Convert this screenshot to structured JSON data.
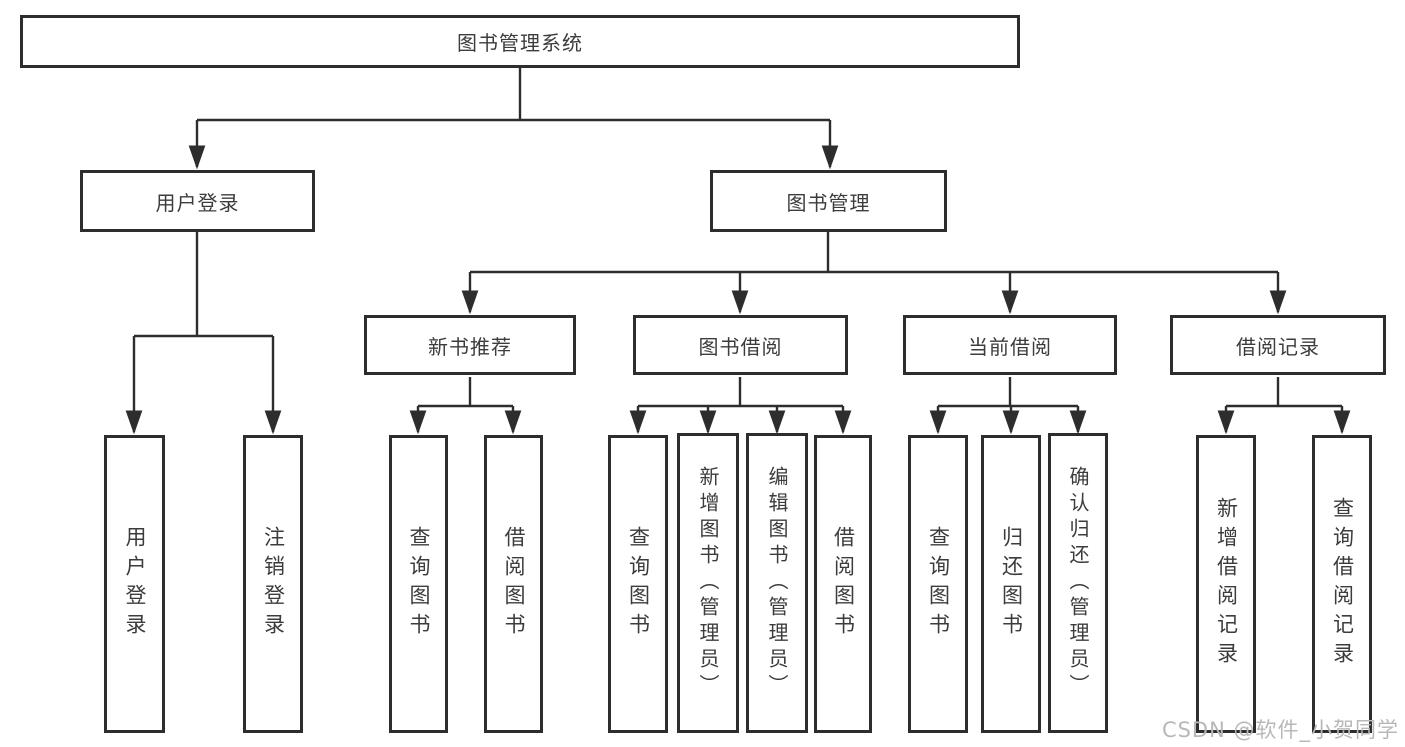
{
  "diagram": {
    "root": "图书管理系统",
    "level2": {
      "user_login": "用户登录",
      "book_mgmt": "图书管理"
    },
    "level3": {
      "new_books": "新书推荐",
      "book_borrow": "图书借阅",
      "current_borrow": "当前借阅",
      "borrow_records": "借阅记录"
    },
    "leaves": {
      "user_login": [
        "用户登录",
        "注销登录"
      ],
      "new_books": [
        "查询图书",
        "借阅图书"
      ],
      "book_borrow": [
        "查询图书",
        "新增图书（管理员）",
        "编辑图书（管理员）",
        "借阅图书"
      ],
      "current_borrow": [
        "查询图书",
        "归还图书",
        "确认归还（管理员）"
      ],
      "borrow_records": [
        "新增借阅记录",
        "查询借阅记录"
      ]
    },
    "watermark": "CSDN @软件_小贺同学",
    "colors": {
      "border": "#2d2d2d",
      "line": "#2d2d2d",
      "text": "#3c3c3c",
      "watermark": "#b8b8b8",
      "background": "#ffffff"
    }
  }
}
